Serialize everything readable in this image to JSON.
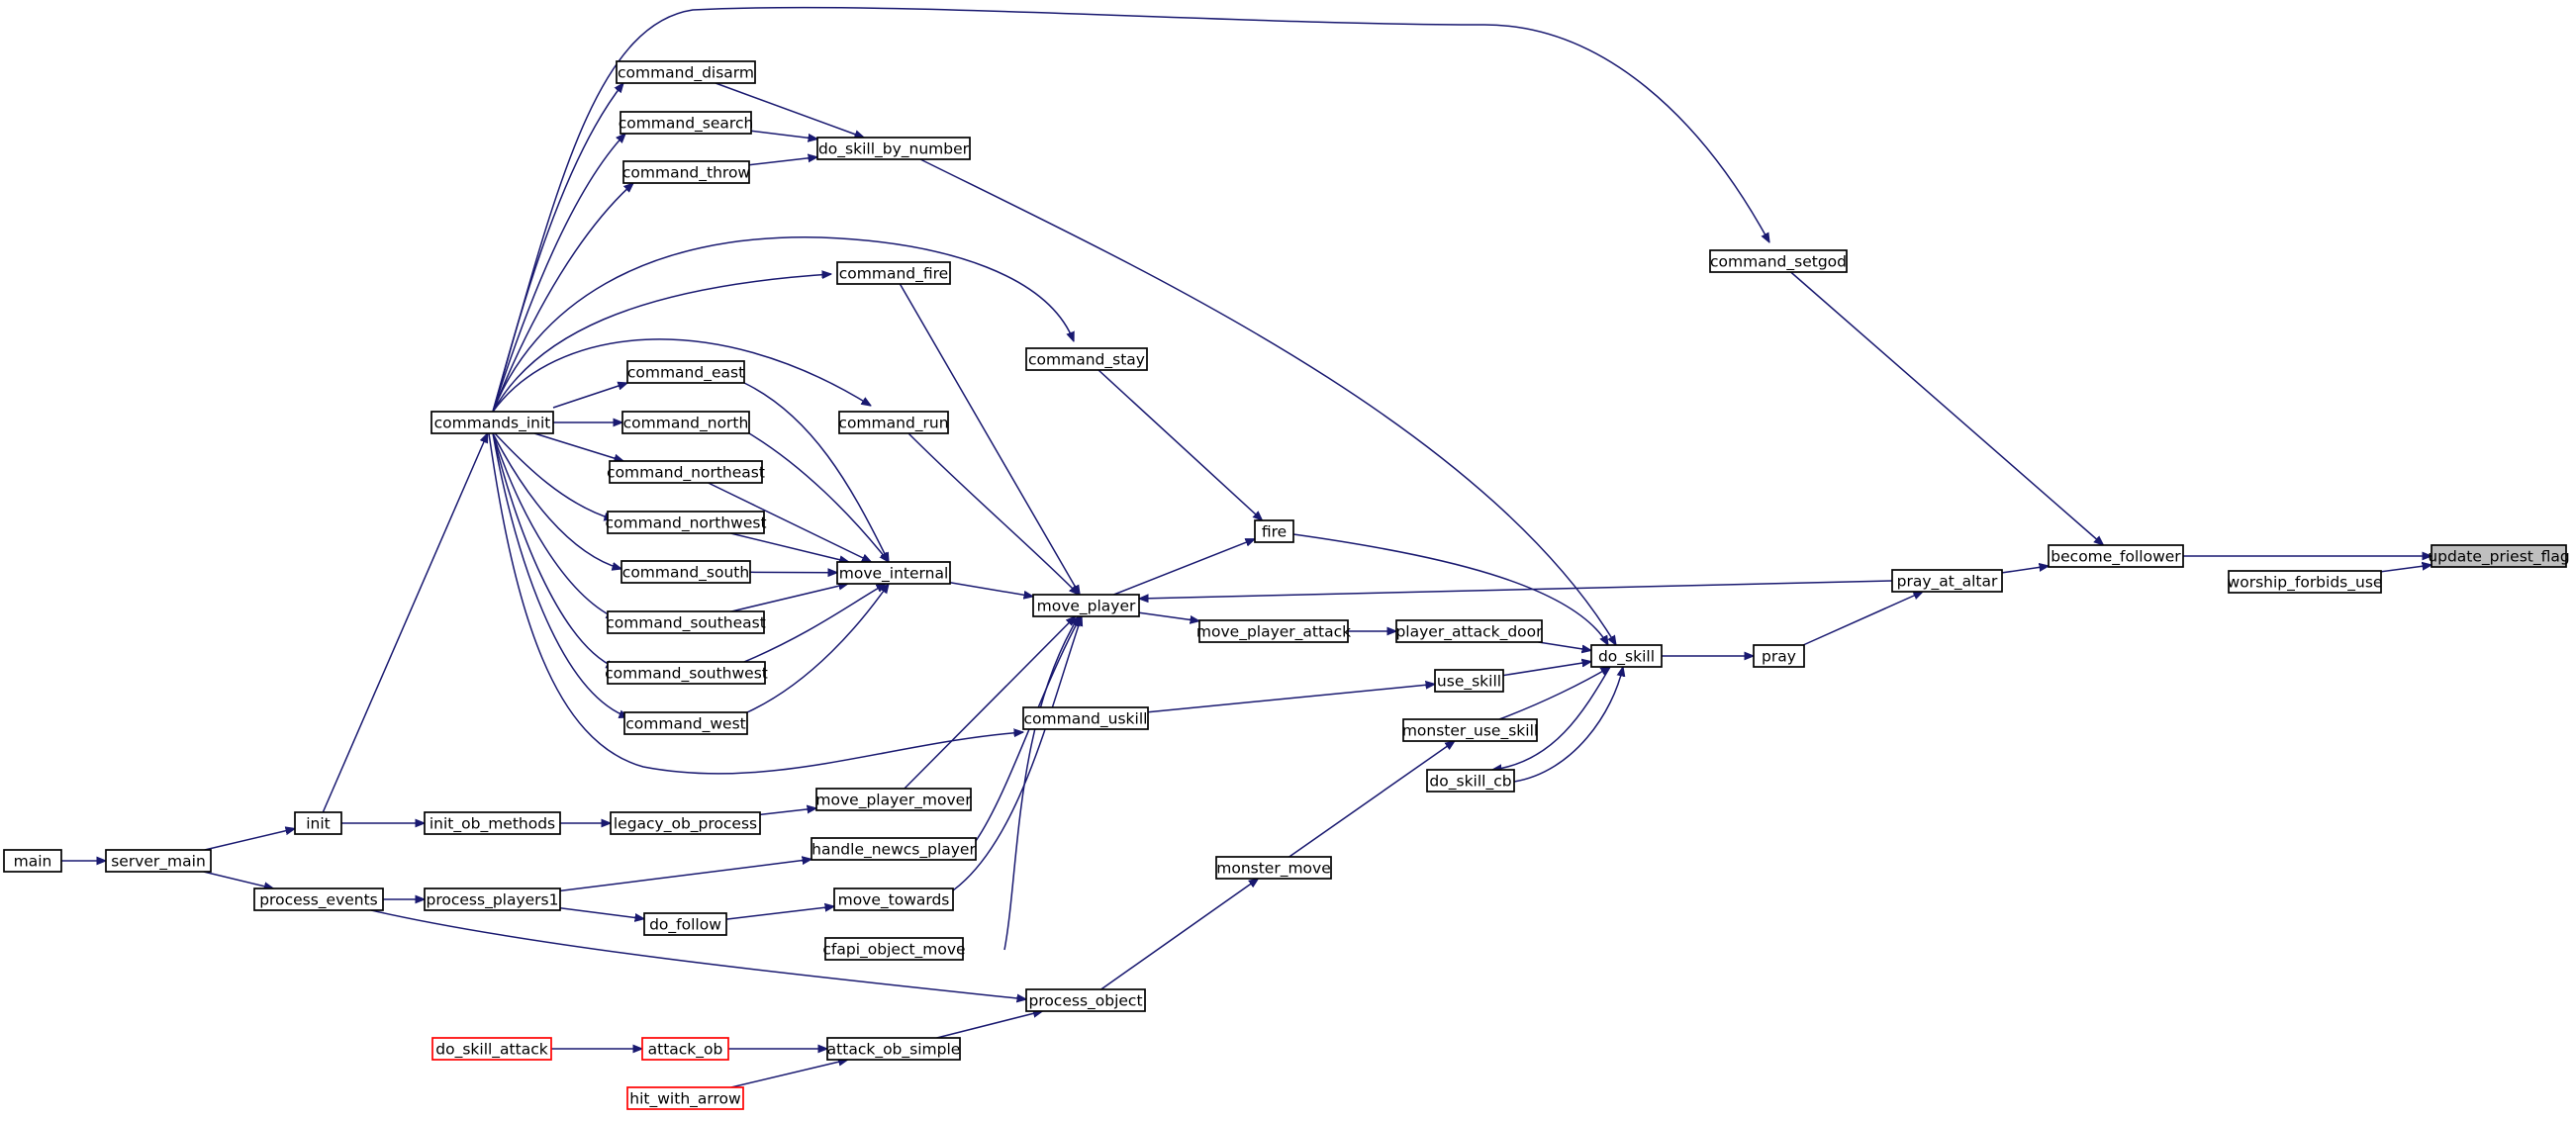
{
  "colors": {
    "edge": "#191970",
    "node_border": "#000000",
    "node_fill": "#ffffff",
    "focus_fill": "#bfbfbf",
    "truncated_border": "#ff0000"
  },
  "nodes": [
    {
      "id": "update_priest_flag",
      "label": "update_priest_flag",
      "focus": true
    },
    {
      "id": "become_follower",
      "label": "become_follower"
    },
    {
      "id": "worship_forbids_use",
      "label": "worship_forbids_use"
    },
    {
      "id": "pray_at_altar",
      "label": "pray_at_altar"
    },
    {
      "id": "command_setgod",
      "label": "command_setgod"
    },
    {
      "id": "pray",
      "label": "pray"
    },
    {
      "id": "do_skill",
      "label": "do_skill"
    },
    {
      "id": "fire",
      "label": "fire"
    },
    {
      "id": "player_attack_door",
      "label": "player_attack_door"
    },
    {
      "id": "use_skill",
      "label": "use_skill"
    },
    {
      "id": "monster_use_skill",
      "label": "monster_use_skill"
    },
    {
      "id": "do_skill_cb",
      "label": "do_skill_cb"
    },
    {
      "id": "command_stay",
      "label": "command_stay"
    },
    {
      "id": "move_player",
      "label": "move_player"
    },
    {
      "id": "move_player_attack",
      "label": "move_player_attack"
    },
    {
      "id": "command_uskill",
      "label": "command_uskill"
    },
    {
      "id": "monster_move",
      "label": "monster_move"
    },
    {
      "id": "process_object",
      "label": "process_object"
    },
    {
      "id": "do_skill_by_number",
      "label": "do_skill_by_number"
    },
    {
      "id": "command_fire",
      "label": "command_fire"
    },
    {
      "id": "command_run",
      "label": "command_run"
    },
    {
      "id": "move_internal",
      "label": "move_internal"
    },
    {
      "id": "move_player_mover",
      "label": "move_player_mover"
    },
    {
      "id": "handle_newcs_player",
      "label": "handle_newcs_player"
    },
    {
      "id": "move_towards",
      "label": "move_towards"
    },
    {
      "id": "cfapi_object_move",
      "label": "cfapi_object_move"
    },
    {
      "id": "attack_ob_simple",
      "label": "attack_ob_simple"
    },
    {
      "id": "command_disarm",
      "label": "command_disarm"
    },
    {
      "id": "command_search",
      "label": "command_search"
    },
    {
      "id": "command_throw",
      "label": "command_throw"
    },
    {
      "id": "command_east",
      "label": "command_east"
    },
    {
      "id": "command_north",
      "label": "command_north"
    },
    {
      "id": "command_northeast",
      "label": "command_northeast"
    },
    {
      "id": "command_northwest",
      "label": "command_northwest"
    },
    {
      "id": "command_south",
      "label": "command_south"
    },
    {
      "id": "command_southeast",
      "label": "command_southeast"
    },
    {
      "id": "command_southwest",
      "label": "command_southwest"
    },
    {
      "id": "command_west",
      "label": "command_west"
    },
    {
      "id": "legacy_ob_process",
      "label": "legacy_ob_process"
    },
    {
      "id": "do_follow",
      "label": "do_follow"
    },
    {
      "id": "attack_ob",
      "label": "attack_ob",
      "truncated": true
    },
    {
      "id": "hit_with_arrow",
      "label": "hit_with_arrow",
      "truncated": true
    },
    {
      "id": "commands_init",
      "label": "commands_init"
    },
    {
      "id": "init_ob_methods",
      "label": "init_ob_methods"
    },
    {
      "id": "process_players1",
      "label": "process_players1"
    },
    {
      "id": "do_skill_attack",
      "label": "do_skill_attack",
      "truncated": true
    },
    {
      "id": "init",
      "label": "init"
    },
    {
      "id": "process_events",
      "label": "process_events"
    },
    {
      "id": "server_main",
      "label": "server_main"
    },
    {
      "id": "main",
      "label": "main"
    }
  ],
  "edges": [
    {
      "from": "become_follower",
      "to": "update_priest_flag"
    },
    {
      "from": "worship_forbids_use",
      "to": "update_priest_flag"
    },
    {
      "from": "pray_at_altar",
      "to": "become_follower"
    },
    {
      "from": "command_setgod",
      "to": "become_follower"
    },
    {
      "from": "pray",
      "to": "pray_at_altar"
    },
    {
      "from": "pray_at_altar",
      "to": "move_player"
    },
    {
      "from": "do_skill",
      "to": "pray"
    },
    {
      "from": "fire",
      "to": "do_skill"
    },
    {
      "from": "player_attack_door",
      "to": "do_skill"
    },
    {
      "from": "use_skill",
      "to": "do_skill"
    },
    {
      "from": "monster_use_skill",
      "to": "do_skill"
    },
    {
      "from": "do_skill_cb",
      "to": "do_skill"
    },
    {
      "from": "do_skill",
      "to": "do_skill_cb"
    },
    {
      "from": "do_skill_by_number",
      "to": "do_skill"
    },
    {
      "from": "command_stay",
      "to": "fire"
    },
    {
      "from": "move_player",
      "to": "fire"
    },
    {
      "from": "move_player_attack",
      "to": "player_attack_door"
    },
    {
      "from": "move_player",
      "to": "move_player_attack"
    },
    {
      "from": "command_uskill",
      "to": "use_skill"
    },
    {
      "from": "monster_move",
      "to": "monster_use_skill"
    },
    {
      "from": "process_object",
      "to": "monster_move"
    },
    {
      "from": "command_fire",
      "to": "move_player"
    },
    {
      "from": "command_run",
      "to": "move_player"
    },
    {
      "from": "move_internal",
      "to": "move_player"
    },
    {
      "from": "move_player_mover",
      "to": "move_player"
    },
    {
      "from": "handle_newcs_player",
      "to": "move_player"
    },
    {
      "from": "move_towards",
      "to": "move_player"
    },
    {
      "from": "cfapi_object_move",
      "to": "move_player"
    },
    {
      "from": "command_disarm",
      "to": "do_skill_by_number"
    },
    {
      "from": "command_search",
      "to": "do_skill_by_number"
    },
    {
      "from": "command_throw",
      "to": "do_skill_by_number"
    },
    {
      "from": "command_east",
      "to": "move_internal"
    },
    {
      "from": "command_north",
      "to": "move_internal"
    },
    {
      "from": "command_northeast",
      "to": "move_internal"
    },
    {
      "from": "command_northwest",
      "to": "move_internal"
    },
    {
      "from": "command_south",
      "to": "move_internal"
    },
    {
      "from": "command_southeast",
      "to": "move_internal"
    },
    {
      "from": "command_southwest",
      "to": "move_internal"
    },
    {
      "from": "command_west",
      "to": "move_internal"
    },
    {
      "from": "commands_init",
      "to": "command_setgod"
    },
    {
      "from": "commands_init",
      "to": "command_disarm"
    },
    {
      "from": "commands_init",
      "to": "command_search"
    },
    {
      "from": "commands_init",
      "to": "command_throw"
    },
    {
      "from": "commands_init",
      "to": "command_fire"
    },
    {
      "from": "commands_init",
      "to": "command_stay"
    },
    {
      "from": "commands_init",
      "to": "command_east"
    },
    {
      "from": "commands_init",
      "to": "command_run"
    },
    {
      "from": "commands_init",
      "to": "command_north"
    },
    {
      "from": "commands_init",
      "to": "command_northeast"
    },
    {
      "from": "commands_init",
      "to": "command_northwest"
    },
    {
      "from": "commands_init",
      "to": "command_south"
    },
    {
      "from": "commands_init",
      "to": "command_southeast"
    },
    {
      "from": "commands_init",
      "to": "command_southwest"
    },
    {
      "from": "commands_init",
      "to": "command_west"
    },
    {
      "from": "commands_init",
      "to": "command_uskill"
    },
    {
      "from": "legacy_ob_process",
      "to": "move_player_mover"
    },
    {
      "from": "process_players1",
      "to": "handle_newcs_player"
    },
    {
      "from": "do_follow",
      "to": "move_towards"
    },
    {
      "from": "process_players1",
      "to": "do_follow"
    },
    {
      "from": "init_ob_methods",
      "to": "legacy_ob_process"
    },
    {
      "from": "init",
      "to": "commands_init"
    },
    {
      "from": "init",
      "to": "init_ob_methods"
    },
    {
      "from": "server_main",
      "to": "init"
    },
    {
      "from": "server_main",
      "to": "process_events"
    },
    {
      "from": "process_events",
      "to": "process_players1"
    },
    {
      "from": "process_events",
      "to": "process_object"
    },
    {
      "from": "main",
      "to": "server_main"
    },
    {
      "from": "attack_ob_simple",
      "to": "process_object"
    },
    {
      "from": "attack_ob",
      "to": "attack_ob_simple"
    },
    {
      "from": "hit_with_arrow",
      "to": "attack_ob_simple"
    },
    {
      "from": "do_skill_attack",
      "to": "attack_ob"
    }
  ]
}
